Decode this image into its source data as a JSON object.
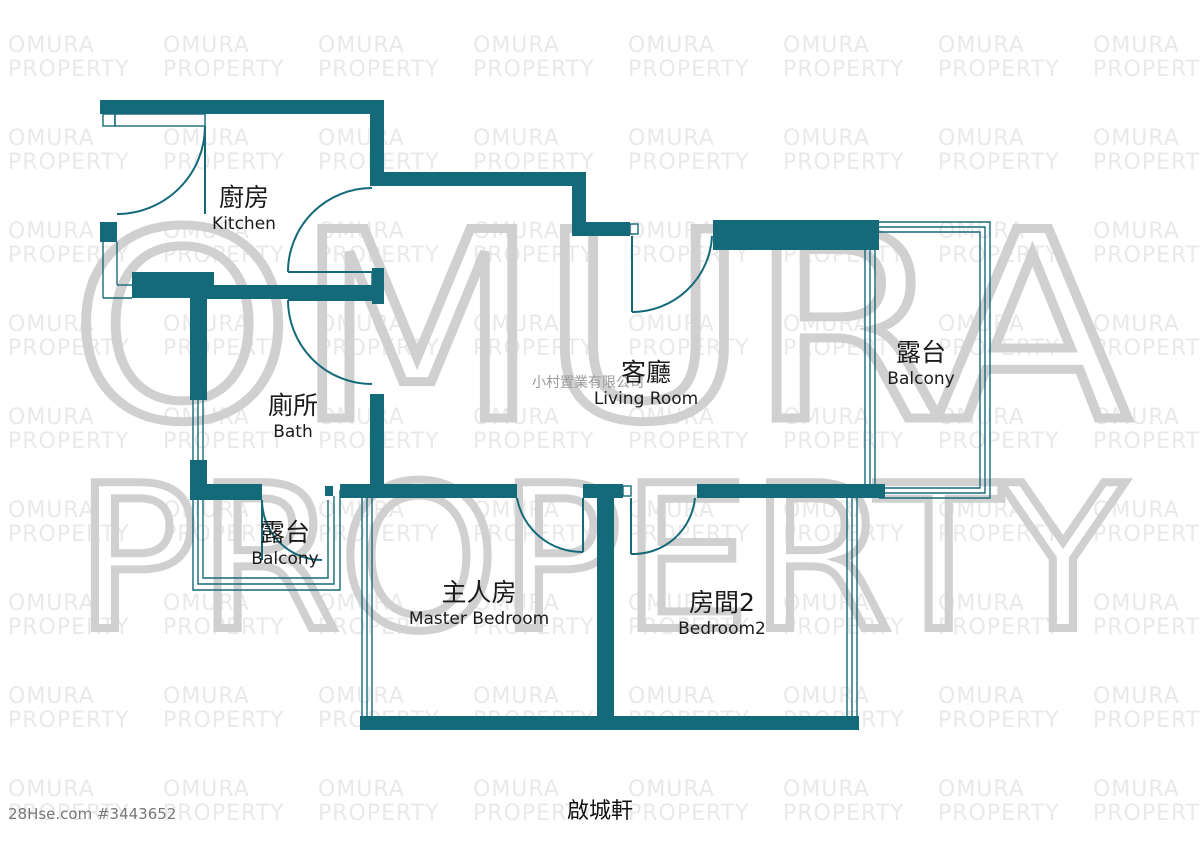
{
  "watermark": {
    "line1": "OMURA",
    "line2": "PROPERTY",
    "big_line1": "OMURA",
    "big_line2": "PROPERTY",
    "company_text": "小村置業有限公司"
  },
  "colors": {
    "wall": "#156a7a",
    "watermark_big": "#d0d0d0",
    "watermark_small": "#e9e9e9"
  },
  "rooms": {
    "kitchen": {
      "zh": "廚房",
      "en": "Kitchen"
    },
    "bath": {
      "zh": "廁所",
      "en": "Bath"
    },
    "living": {
      "zh": "客廳",
      "en": "Living Room"
    },
    "balcony_right": {
      "zh": "露台",
      "en": "Balcony"
    },
    "balcony_left": {
      "zh": "露台",
      "en": "Balcony"
    },
    "master": {
      "zh": "主人房",
      "en": "Master Bedroom"
    },
    "bedroom2": {
      "zh": "房間2",
      "en": "Bedroom2"
    }
  },
  "footer": {
    "property_name": "啟城軒",
    "listing_ref": "28Hse.com #3443652"
  }
}
